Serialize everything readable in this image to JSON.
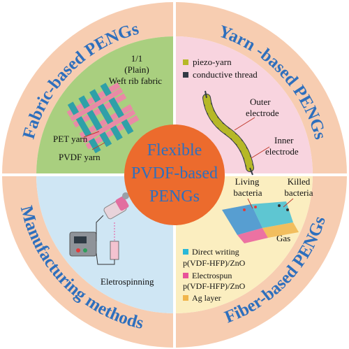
{
  "center": {
    "line1": "Flexible",
    "line2": "PVDF-based",
    "line3": "PENGs"
  },
  "ring": {
    "top_left": "Fabric-based PENGs",
    "top_right": "Yarn -based PENGs",
    "bottom_left": "Manufacturing methods",
    "bottom_right": "Fiber-based PENGs"
  },
  "fabric": {
    "title_line1": "1/1",
    "title_line2": "(Plain)",
    "title_line3": "Weft rib fabric",
    "pet_label": "PET yarn",
    "pvdf_label": "PVDF yarn"
  },
  "yarn": {
    "legend_piezo": "piezo-yarn",
    "legend_conductive": "conductive thread",
    "outer_line1": "Outer",
    "outer_line2": "electrode",
    "inner_line1": "Inner",
    "inner_line2": "electrode"
  },
  "manufacturing": {
    "label": "Eletrospinning"
  },
  "fiber": {
    "living_line1": "Living",
    "living_line2": "bacteria",
    "killed_line1": "Killed",
    "killed_line2": "bacteria",
    "gas": "Gas",
    "legend1_line1": "Direct writing",
    "legend1_line2": "p(VDF-HFP)/ZnO",
    "legend2_line1": "Electrospun",
    "legend2_line2": "p(VDF-HFP)/ZnO",
    "legend3": "Ag layer"
  },
  "colors": {
    "ring": "#f7cdb1",
    "ring_text": "#2e6fbd",
    "fabric_bg": "#a9cf7f",
    "yarn_bg": "#f8d4df",
    "manufacturing_bg": "#cfe6f4",
    "fiber_bg": "#fbeec0",
    "center": "#ec6b2d",
    "center_text": "#2e6fbd",
    "pet": "#e98aa6",
    "pvdf": "#2fa0a8",
    "piezo": "#b6b827",
    "conductive": "#333a45",
    "legend_cyan": "#29b8d8",
    "legend_pink": "#e8529a",
    "legend_gold": "#f0b54c"
  }
}
